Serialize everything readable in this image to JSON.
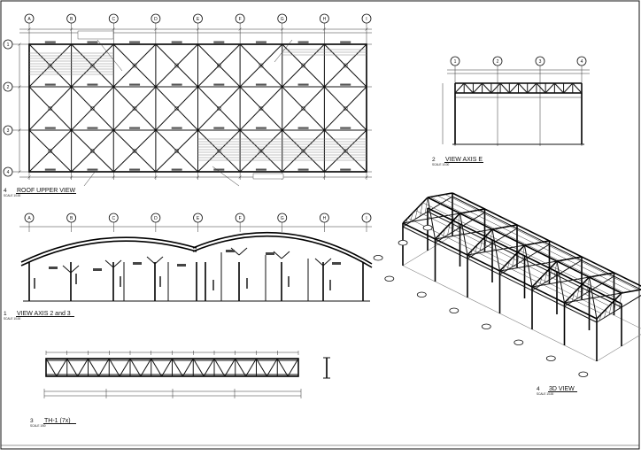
{
  "grid_letters": [
    "A",
    "B",
    "C",
    "D",
    "E",
    "F",
    "G",
    "H",
    "I"
  ],
  "grid_numbers": [
    "1",
    "2",
    "3",
    "4"
  ],
  "roof_view": {
    "num": "4",
    "title": "ROOF UPPER VIEW",
    "scale": "SCALE 1/100"
  },
  "axis_e_view": {
    "num": "2",
    "title": "VIEW AXIS E",
    "scale": "SCALE 1/100"
  },
  "axis23_view": {
    "num": "1",
    "title": "VIEW AXIS 2 and 3",
    "scale": "SCALE 1/100"
  },
  "truss_view": {
    "num": "3",
    "title": "TH-1 (7x)",
    "scale": "SCALE 1/50"
  },
  "view3d": {
    "num": "4",
    "title": "3D VIEW",
    "scale": "SCALE 1/100"
  }
}
